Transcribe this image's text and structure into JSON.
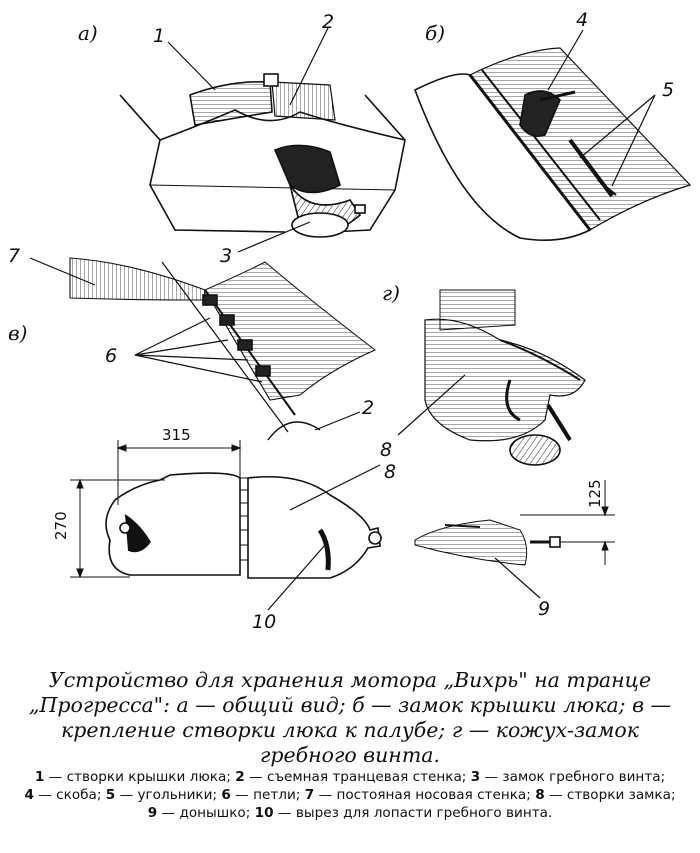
{
  "panels": {
    "a": "а)",
    "b": "б)",
    "v": "в)",
    "g": "г)"
  },
  "callouts": [
    "1",
    "2",
    "3",
    "4",
    "5",
    "6",
    "7",
    "8",
    "9",
    "10"
  ],
  "callout_2_detail": "2",
  "callout_8_detail": "8",
  "dimensions": {
    "width": "315",
    "height": "270",
    "height_side": "125"
  },
  "caption": "Устройство для хранения мотора „Вихрь\" на транце „Прогресса\": а — общий вид; б — замок крышки люка; в — крепление створки люка к палубе; г — кожух-замок гребного винта.",
  "legend": [
    {
      "num": "1",
      "text": "створки крышки люка;"
    },
    {
      "num": "2",
      "text": "съемная транцевая стенка;"
    },
    {
      "num": "3",
      "text": "замок гребного винта;"
    },
    {
      "num": "4",
      "text": "скоба;"
    },
    {
      "num": "5",
      "text": "угольники;"
    },
    {
      "num": "6",
      "text": "петли;"
    },
    {
      "num": "7",
      "text": "постояная носовая стенка;"
    },
    {
      "num": "8",
      "text": "створки замка;"
    },
    {
      "num": "9",
      "text": "донышко;"
    },
    {
      "num": "10",
      "text": "вырез для лопасти гребного винта."
    }
  ]
}
